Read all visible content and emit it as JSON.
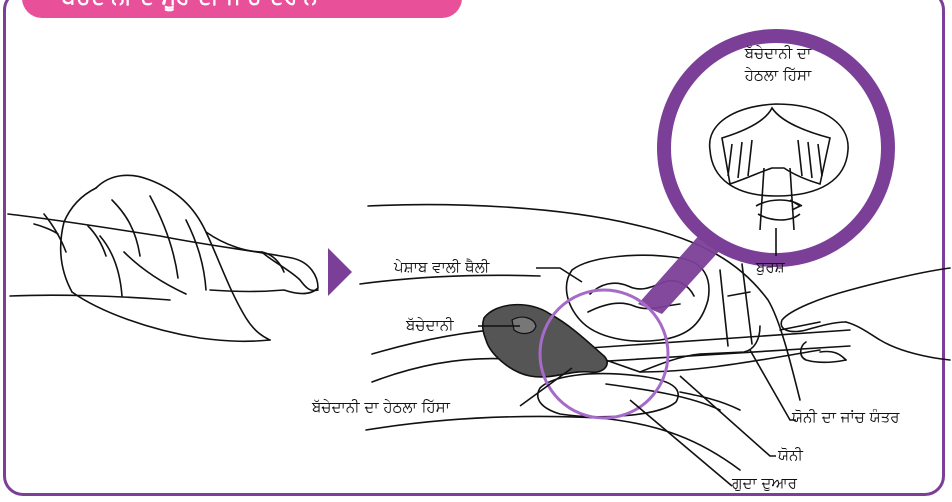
{
  "title": "ਬੱਚੇਦਾਨੀ ਦੇ ਮੂੰਹ ਦੀ ਜਾਂਚ ਦੌਰਾਨ",
  "colors": {
    "frame": "#7b3f98",
    "title_bg": "#e8509a",
    "zoom_ring": "#7b3f98",
    "uterus": "#555555"
  },
  "labels": {
    "zoom_cervix": [
      "ਬੱਚੇਦਾਨੀ ਦਾ",
      "ਹੇਠਲਾ ਹਿੱਸਾ"
    ],
    "bladder": "ਪੇਸ਼ਾਬ ਵਾਲੀ ਥੈਲੀ",
    "uterus": "ਬੱਚੇਦਾਨੀ",
    "cervix": "ਬੱਚੇਦਾਨੀ ਦਾ ਹੇਠਲਾ ਹਿੱਸਾ",
    "brush": "ਬੁਰਸ਼",
    "speculum": "ਯੋਨੀ ਦਾ ਜਾਂਚ ਯੰਤਰ",
    "vagina": "ਯੋਨੀ",
    "anus": "ਗੁਦਾ ਦੁਆਰ"
  }
}
